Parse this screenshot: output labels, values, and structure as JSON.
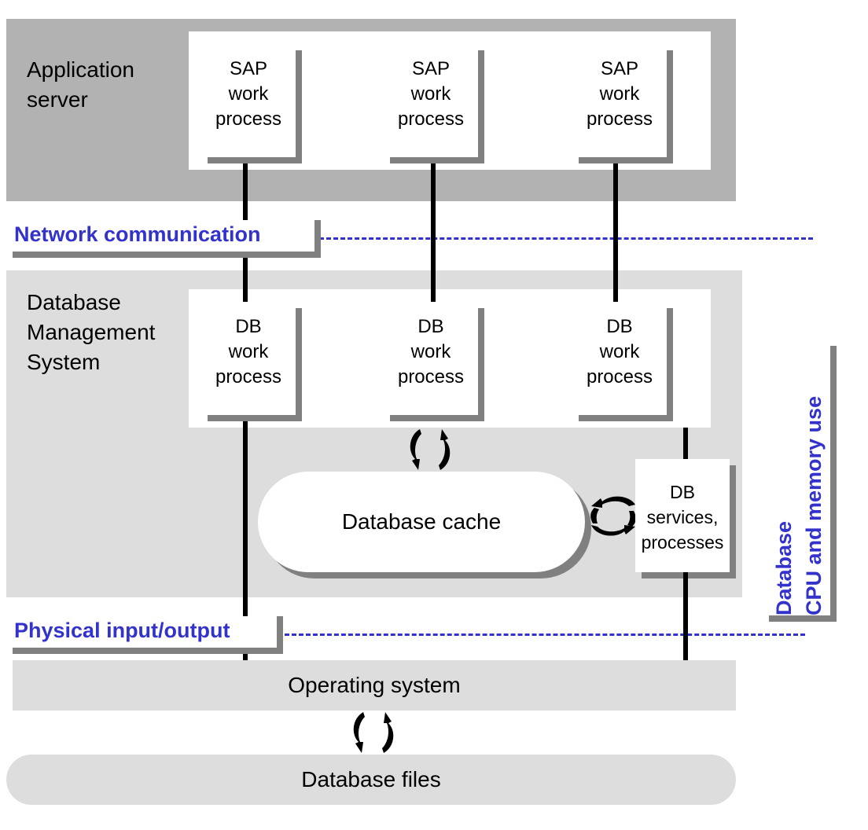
{
  "colors": {
    "app_band": "#b2b2b2",
    "db_band": "#dddddd",
    "shadow": "#808080",
    "accent_blue": "#3333cc",
    "connector": "#000000"
  },
  "app_server": {
    "label_line1": "Application",
    "label_line2": "server",
    "processes": [
      {
        "line1": "SAP",
        "line2": "work",
        "line3": "process"
      },
      {
        "line1": "SAP",
        "line2": "work",
        "line3": "process"
      },
      {
        "line1": "SAP",
        "line2": "work",
        "line3": "process"
      }
    ]
  },
  "network": {
    "label": "Network communication"
  },
  "dbms": {
    "label_line1": "Database",
    "label_line2": "Management",
    "label_line3": "System",
    "processes": [
      {
        "line1": "DB",
        "line2": "work",
        "line3": "process"
      },
      {
        "line1": "DB",
        "line2": "work",
        "line3": "process"
      },
      {
        "line1": "DB",
        "line2": "work",
        "line3": "process"
      }
    ],
    "cache_label": "Database cache",
    "services": {
      "line1": "DB",
      "line2": "services,",
      "line3": "processes"
    }
  },
  "physical_io": {
    "label": "Physical input/output"
  },
  "os": {
    "label": "Operating system"
  },
  "files": {
    "label": "Database files"
  },
  "side_label": {
    "line1": "Database",
    "line2": "CPU and memory use"
  },
  "icons": {
    "exchange": "sync-arrows-icon"
  }
}
